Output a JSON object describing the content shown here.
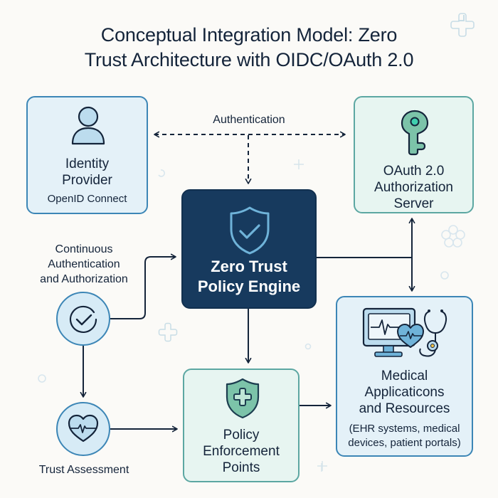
{
  "title": {
    "line1": "Conceptual Integration Model: Zero",
    "line2": "Trust Architecture with OIDC/OAuth 2.0"
  },
  "nodes": {
    "identity_provider": {
      "label_line1": "Identity",
      "label_line2": "Provider",
      "sublabel": "OpenID Connect",
      "icon": "user-icon"
    },
    "oauth_server": {
      "label_line1": "OAuth 2.0",
      "label_line2": "Authorization",
      "label_line3": "Server",
      "icon": "key-icon"
    },
    "policy_engine": {
      "label_line1": "Zero Trust",
      "label_line2": "Policy Engine",
      "icon": "shield-check-icon"
    },
    "policy_enforcement": {
      "label_line1": "Policy",
      "label_line2": "Enforcement",
      "label_line3": "Points",
      "icon": "shield-plus-icon"
    },
    "medical_resources": {
      "label_line1": "Medical",
      "label_line2": "Applicaticons",
      "label_line3": "and Resources",
      "detail_line1": "(EHR systems, medical",
      "detail_line2": "devices, patient portals)",
      "icon": "monitor-heart-stethoscope-icon"
    },
    "continuous_auth": {
      "label_line1": "Continuous",
      "label_line2": "Authentication",
      "label_line3": "and Authorization",
      "icon": "check-circle-icon"
    },
    "trust_assessment": {
      "label": "Trust Assessment",
      "icon": "heart-pulse-icon"
    }
  },
  "edges": {
    "authentication_label": "Authentication"
  },
  "colors": {
    "navy": "#173a5e",
    "blue_border": "#3c86b6",
    "blue_fill": "#e4f1f8",
    "mint_border": "#5ca7a2",
    "mint_fill": "#e7f5f1",
    "mint_icon": "#7cc3a9",
    "light_blue_icon": "#bcdcee",
    "line": "#14243a"
  }
}
